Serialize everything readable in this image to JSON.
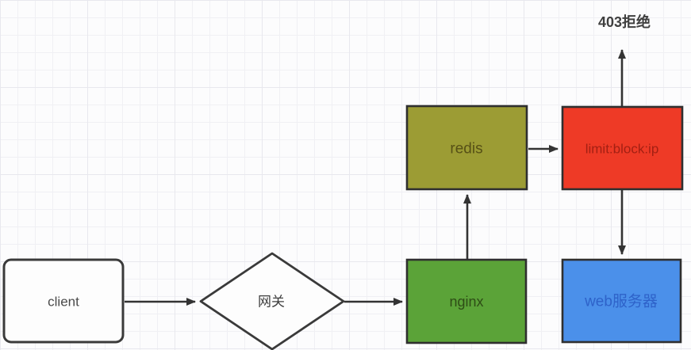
{
  "diagram": {
    "nodes": {
      "client": {
        "label": "client",
        "shape": "rounded-rect",
        "fill": "#fdfdfd"
      },
      "gateway": {
        "label": "网关",
        "shape": "diamond",
        "fill": "#fdfdfd"
      },
      "nginx": {
        "label": "nginx",
        "shape": "rect",
        "fill": "#5ba338"
      },
      "redis": {
        "label": "redis",
        "shape": "rect",
        "fill": "#9c9c34"
      },
      "limit": {
        "label": "limit:block:ip",
        "shape": "rect",
        "fill": "#ee3a26"
      },
      "web": {
        "label": "web服务器",
        "shape": "rect",
        "fill": "#4b90ea"
      }
    },
    "annotations": {
      "reject": {
        "label": "403拒绝"
      }
    },
    "edges": [
      {
        "from": "client",
        "to": "gateway"
      },
      {
        "from": "gateway",
        "to": "nginx"
      },
      {
        "from": "nginx",
        "to": "redis"
      },
      {
        "from": "redis",
        "to": "limit"
      },
      {
        "from": "limit",
        "to": "reject-403-label"
      },
      {
        "from": "limit",
        "to": "web"
      }
    ],
    "colors": {
      "arrow": "#333333",
      "node_border": "#2f2f2f",
      "nginx_fill": "#5ba338",
      "redis_fill": "#9c9c34",
      "limit_fill": "#ee3a26",
      "web_fill": "#4b90ea",
      "grid_line": "#ececf1",
      "background": "#fcfcfd"
    }
  }
}
